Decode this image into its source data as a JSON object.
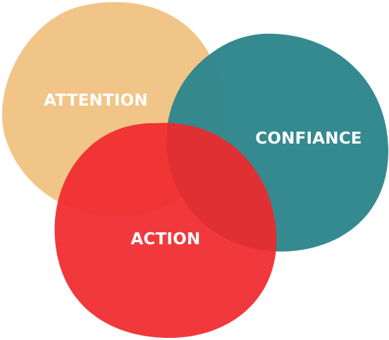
{
  "diagram": {
    "type": "venn",
    "circles": [
      {
        "id": "attention",
        "label": "ATTENTION",
        "color": "#F0C07E"
      },
      {
        "id": "confiance",
        "label": "CONFIANCE",
        "color": "#2E868C"
      },
      {
        "id": "action",
        "label": "ACTION",
        "color": "#F0282D"
      }
    ]
  }
}
